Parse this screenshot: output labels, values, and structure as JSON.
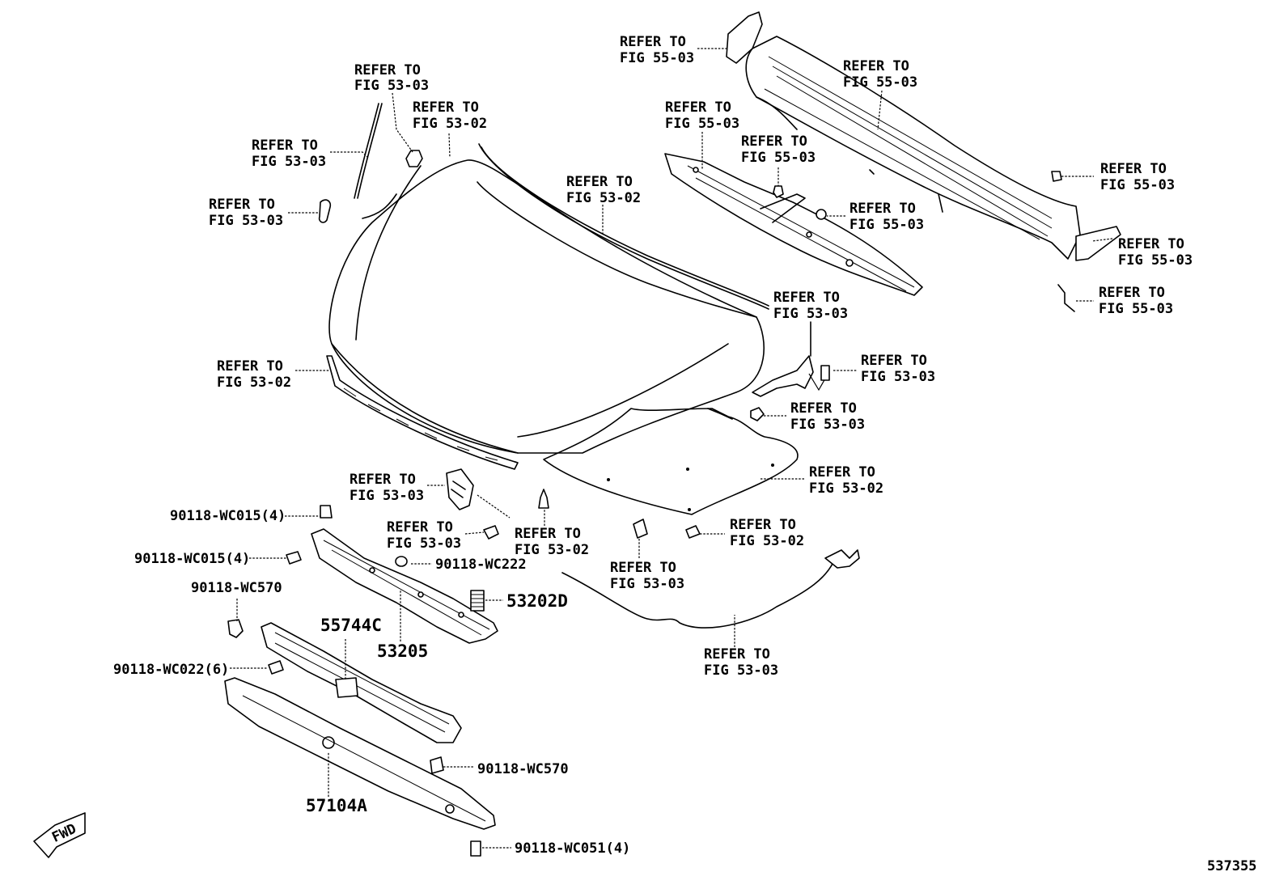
{
  "refer_label": "REFER TO",
  "figure_number": "537355",
  "fwd_label": "FWD",
  "callouts": [
    {
      "id": "c1",
      "line1": "REFER TO",
      "line2": "FIG 55-03"
    },
    {
      "id": "c2",
      "line1": "REFER TO",
      "line2": "FIG 53-03"
    },
    {
      "id": "c3",
      "line1": "REFER TO",
      "line2": "FIG 53-02"
    },
    {
      "id": "c4",
      "line1": "REFER TO",
      "line2": "FIG 55-03"
    },
    {
      "id": "c5",
      "line1": "REFER TO",
      "line2": "FIG 53-03"
    },
    {
      "id": "c6",
      "line1": "REFER TO",
      "line2": "FIG 55-03"
    },
    {
      "id": "c7",
      "line1": "REFER TO",
      "line2": "FIG 55-03"
    },
    {
      "id": "c8",
      "line1": "REFER TO",
      "line2": "FIG 53-02"
    },
    {
      "id": "c9",
      "line1": "REFER TO",
      "line2": "FIG 53-03"
    },
    {
      "id": "c10",
      "line1": "REFER TO",
      "line2": "FIG 55-03"
    },
    {
      "id": "c11",
      "line1": "REFER TO",
      "line2": "FIG 55-03"
    },
    {
      "id": "c12",
      "line1": "REFER TO",
      "line2": "FIG 55-03"
    },
    {
      "id": "c13",
      "line1": "REFER TO",
      "line2": "FIG 55-03"
    },
    {
      "id": "c14",
      "line1": "REFER TO",
      "line2": "FIG 53-03"
    },
    {
      "id": "c15",
      "line1": "REFER TO",
      "line2": "FIG 53-02"
    },
    {
      "id": "c16",
      "line1": "REFER TO",
      "line2": "FIG 53-03"
    },
    {
      "id": "c17",
      "line1": "REFER TO",
      "line2": "FIG 53-03"
    },
    {
      "id": "c18",
      "line1": "REFER TO",
      "line2": "FIG 53-03"
    },
    {
      "id": "c19",
      "line1": "REFER TO",
      "line2": "FIG 53-02"
    },
    {
      "id": "c20",
      "line1": "REFER TO",
      "line2": "FIG 53-03"
    },
    {
      "id": "c21",
      "line1": "REFER TO",
      "line2": "FIG 53-02"
    },
    {
      "id": "c22",
      "line1": "REFER TO",
      "line2": "FIG 53-03"
    },
    {
      "id": "c23",
      "line1": "REFER TO",
      "line2": "FIG 53-02"
    },
    {
      "id": "c24",
      "line1": "REFER TO",
      "line2": "FIG 53-03"
    }
  ],
  "parts": [
    {
      "id": "p1",
      "label": "90118-WC015(4)"
    },
    {
      "id": "p2",
      "label": "90118-WC015(4)"
    },
    {
      "id": "p3",
      "label": "90118-WC222"
    },
    {
      "id": "p4",
      "label": "90118-WC570"
    },
    {
      "id": "p5",
      "label": "53202D"
    },
    {
      "id": "p6",
      "label": "55744C"
    },
    {
      "id": "p7",
      "label": "53205"
    },
    {
      "id": "p8",
      "label": "90118-WC022(6)"
    },
    {
      "id": "p9",
      "label": "90118-WC570"
    },
    {
      "id": "p10",
      "label": "57104A"
    },
    {
      "id": "p11",
      "label": "90118-WC051(4)"
    }
  ]
}
